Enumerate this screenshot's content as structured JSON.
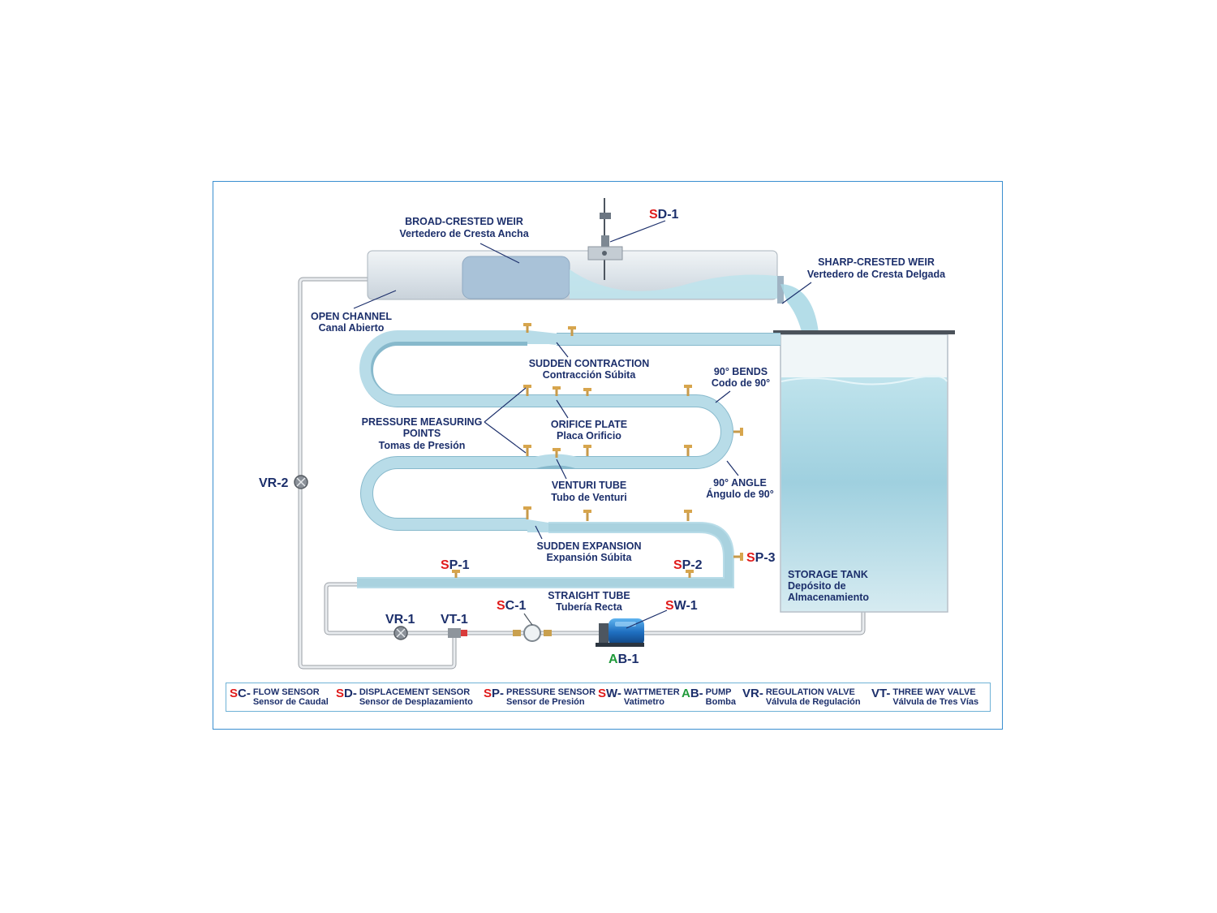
{
  "labels": {
    "broad_crested_weir": {
      "en": "BROAD-CRESTED WEIR",
      "es": "Vertedero de Cresta Ancha"
    },
    "sharp_crested_weir": {
      "en": "SHARP-CRESTED WEIR",
      "es": "Vertedero de Cresta Delgada"
    },
    "open_channel": {
      "en": "OPEN CHANNEL",
      "es": "Canal Abierto"
    },
    "sudden_contraction": {
      "en": "SUDDEN CONTRACTION",
      "es": "Contracción Súbita"
    },
    "bends_90": {
      "en": "90° BENDS",
      "es": "Codo de 90°"
    },
    "pressure_points": {
      "en1": "PRESSURE MEASURING",
      "en2": "POINTS",
      "es": "Tomas de Presión"
    },
    "orifice_plate": {
      "en": "ORIFICE PLATE",
      "es": "Placa Orificio"
    },
    "angle_90": {
      "en": "90° ANGLE",
      "es": "Ángulo de 90°"
    },
    "venturi_tube": {
      "en": "VENTURI TUBE",
      "es": "Tubo de Venturi"
    },
    "sudden_expansion": {
      "en": "SUDDEN EXPANSION",
      "es": "Expansión Súbita"
    },
    "straight_tube": {
      "en": "STRAIGHT TUBE",
      "es": "Tubería Recta"
    },
    "storage_tank": {
      "en": "STORAGE TANK",
      "es1": "Depósito de",
      "es2": "Almacenamiento"
    }
  },
  "tags": {
    "sd1": {
      "prefix": "S",
      "rest": "D-1"
    },
    "sp1": {
      "prefix": "S",
      "rest": "P-1"
    },
    "sp2": {
      "prefix": "S",
      "rest": "P-2"
    },
    "sp3": {
      "prefix": "S",
      "rest": "P-3"
    },
    "sc1": {
      "prefix": "S",
      "rest": "C-1"
    },
    "sw1": {
      "prefix": "S",
      "rest": "W-1"
    },
    "ab1": {
      "prefix": "A",
      "rest": "B-1"
    },
    "vr1": "VR-1",
    "vr2": "VR-2",
    "vt1": "VT-1"
  },
  "legend": [
    {
      "code_prefix": "S",
      "code_rest": "C-",
      "en": "FLOW SENSOR",
      "es": "Sensor de Caudal",
      "color": "red"
    },
    {
      "code_prefix": "S",
      "code_rest": "D-",
      "en": "DISPLACEMENT SENSOR",
      "es": "Sensor de Desplazamiento",
      "color": "red"
    },
    {
      "code_prefix": "S",
      "code_rest": "P-",
      "en": "PRESSURE SENSOR",
      "es": "Sensor de Presión",
      "color": "red"
    },
    {
      "code_prefix": "S",
      "code_rest": "W-",
      "en": "WATTMETER",
      "es": "Vatimetro",
      "color": "red"
    },
    {
      "code_prefix": "A",
      "code_rest": "B-",
      "en": "PUMP",
      "es": "Bomba",
      "color": "green"
    },
    {
      "code_prefix": "",
      "code_rest": "VR-",
      "en": "REGULATION VALVE",
      "es": "Válvula de Regulación",
      "color": "none"
    },
    {
      "code_prefix": "",
      "code_rest": "VT-",
      "en": "THREE WAY VALVE",
      "es": "Válvula de Tres Vías",
      "color": "none"
    }
  ],
  "colors": {
    "label": "#1c2f6b",
    "sensor_prefix": "#e01b1b",
    "pump_prefix": "#1f9a3a",
    "water": "#b8dce8",
    "frame": "#3a8fd0"
  }
}
